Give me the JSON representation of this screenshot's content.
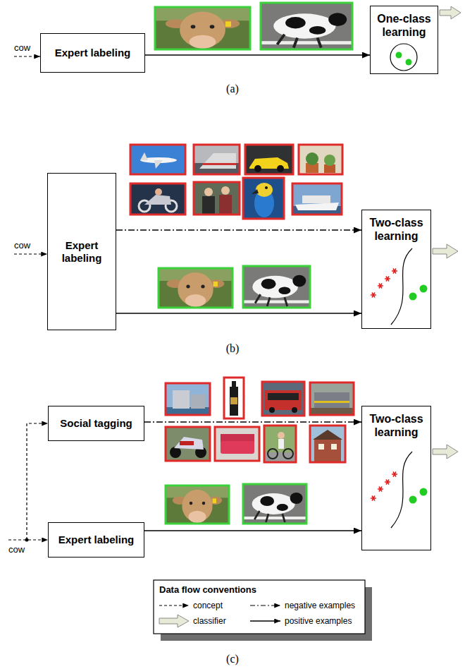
{
  "diagram": {
    "nodes": [
      {
        "text": [
          "Expert labeling"
        ]
      },
      {
        "text": [
          "One-class learning"
        ]
      },
      {
        "text": [
          "Expert labeling"
        ]
      },
      {
        "text": [
          "Two-class learning"
        ]
      },
      {
        "text": [
          "Social tagging"
        ]
      },
      {
        "text": [
          "Expert labeling"
        ]
      },
      {
        "text": [
          "Two-class learning"
        ]
      }
    ],
    "edges": [
      {
        "from": 0,
        "to": 1,
        "arrow": "to"
      },
      {
        "from": 2,
        "to": 3,
        "arrow": "to"
      },
      {
        "from": 2,
        "to": 3,
        "arrow": "to"
      },
      {
        "from": 4,
        "to": 6,
        "arrow": "to"
      },
      {
        "from": 5,
        "to": 6,
        "arrow": "to"
      }
    ],
    "labels": [
      "cow",
      "(a)",
      "cow",
      "(b)",
      "cow",
      "Data flow conventions",
      "(c)"
    ],
    "legend": [
      {
        "text": "concept"
      },
      {
        "text": "negative examples"
      },
      {
        "text": "classifier"
      },
      {
        "text": "positive examples"
      }
    ]
  }
}
